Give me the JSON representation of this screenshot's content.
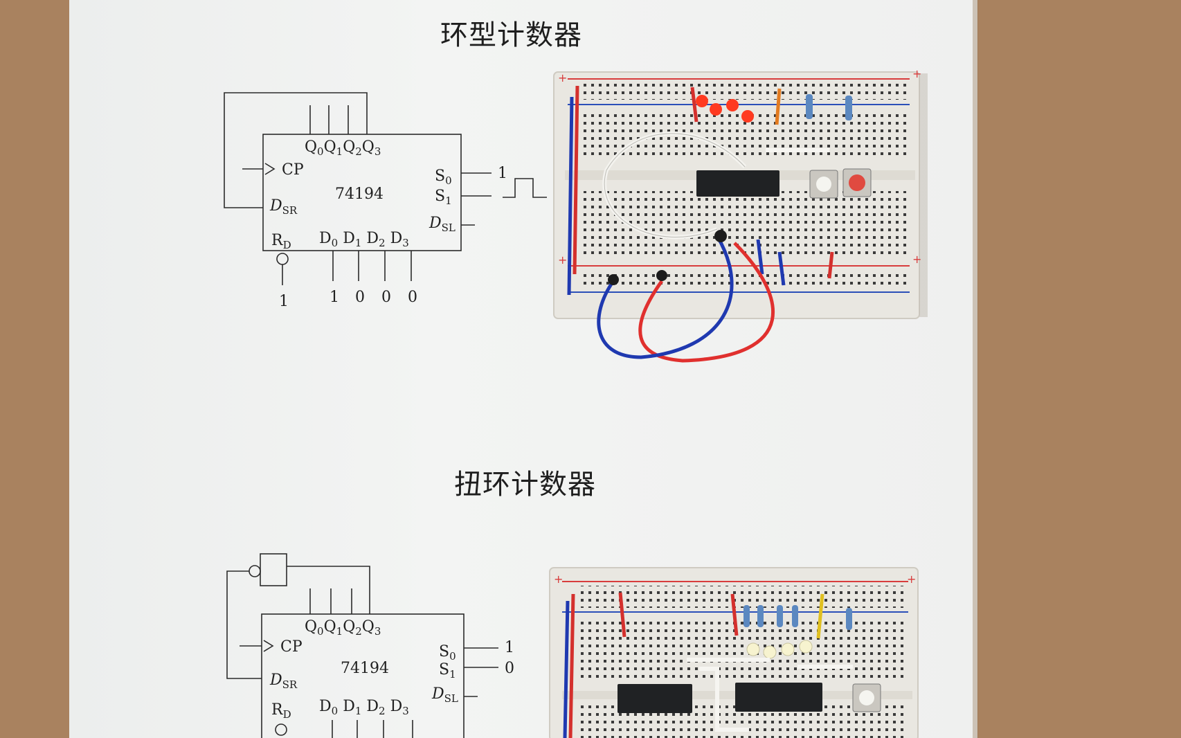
{
  "titles": {
    "ring": "环型计数器",
    "twisted": "扭环计数器"
  },
  "ring_diagram": {
    "chip": "74194",
    "q_outputs": [
      "Q",
      "0",
      "Q",
      "1",
      "Q",
      "2",
      "Q",
      "3"
    ],
    "cp": "CP",
    "dsr_main": "D",
    "dsr_sub": "SR",
    "s0_main": "S",
    "s0_sub": "0",
    "s1_main": "S",
    "s1_sub": "1",
    "dsl_main": "D",
    "dsl_sub": "SL",
    "rd_main": "R",
    "rd_sub": "D",
    "d_inputs": [
      "D",
      "0",
      "D",
      "1",
      "D",
      "2",
      "D",
      "3"
    ],
    "s0_value": "1",
    "rd_value": "1",
    "d_values": [
      "1",
      "0",
      "0",
      "0"
    ]
  },
  "twisted_diagram": {
    "chip": "74194",
    "q_outputs": [
      "Q",
      "0",
      "Q",
      "1",
      "Q",
      "2",
      "Q",
      "3"
    ],
    "cp": "CP",
    "dsr_main": "D",
    "dsr_sub": "SR",
    "s0_main": "S",
    "s0_sub": "0",
    "s1_main": "S",
    "s1_sub": "1",
    "dsl_main": "D",
    "dsl_sub": "SL",
    "rd_main": "R",
    "rd_sub": "D",
    "d_inputs": [
      "D",
      "0",
      "D",
      "1",
      "D",
      "2",
      "D",
      "3"
    ],
    "s0_value": "1",
    "s1_value": "0"
  },
  "colors": {
    "paper": "#f0f1f0",
    "table": "#a9825f",
    "breadboard": "#ecebe6",
    "rail_red": "#d83c3c",
    "rail_blue": "#2b4fb8",
    "wire_red": "#e0302e",
    "wire_blue": "#1f39b0",
    "led_red": "#ff3a20",
    "led_white": "#f7f3cf",
    "chip": "#202224"
  }
}
